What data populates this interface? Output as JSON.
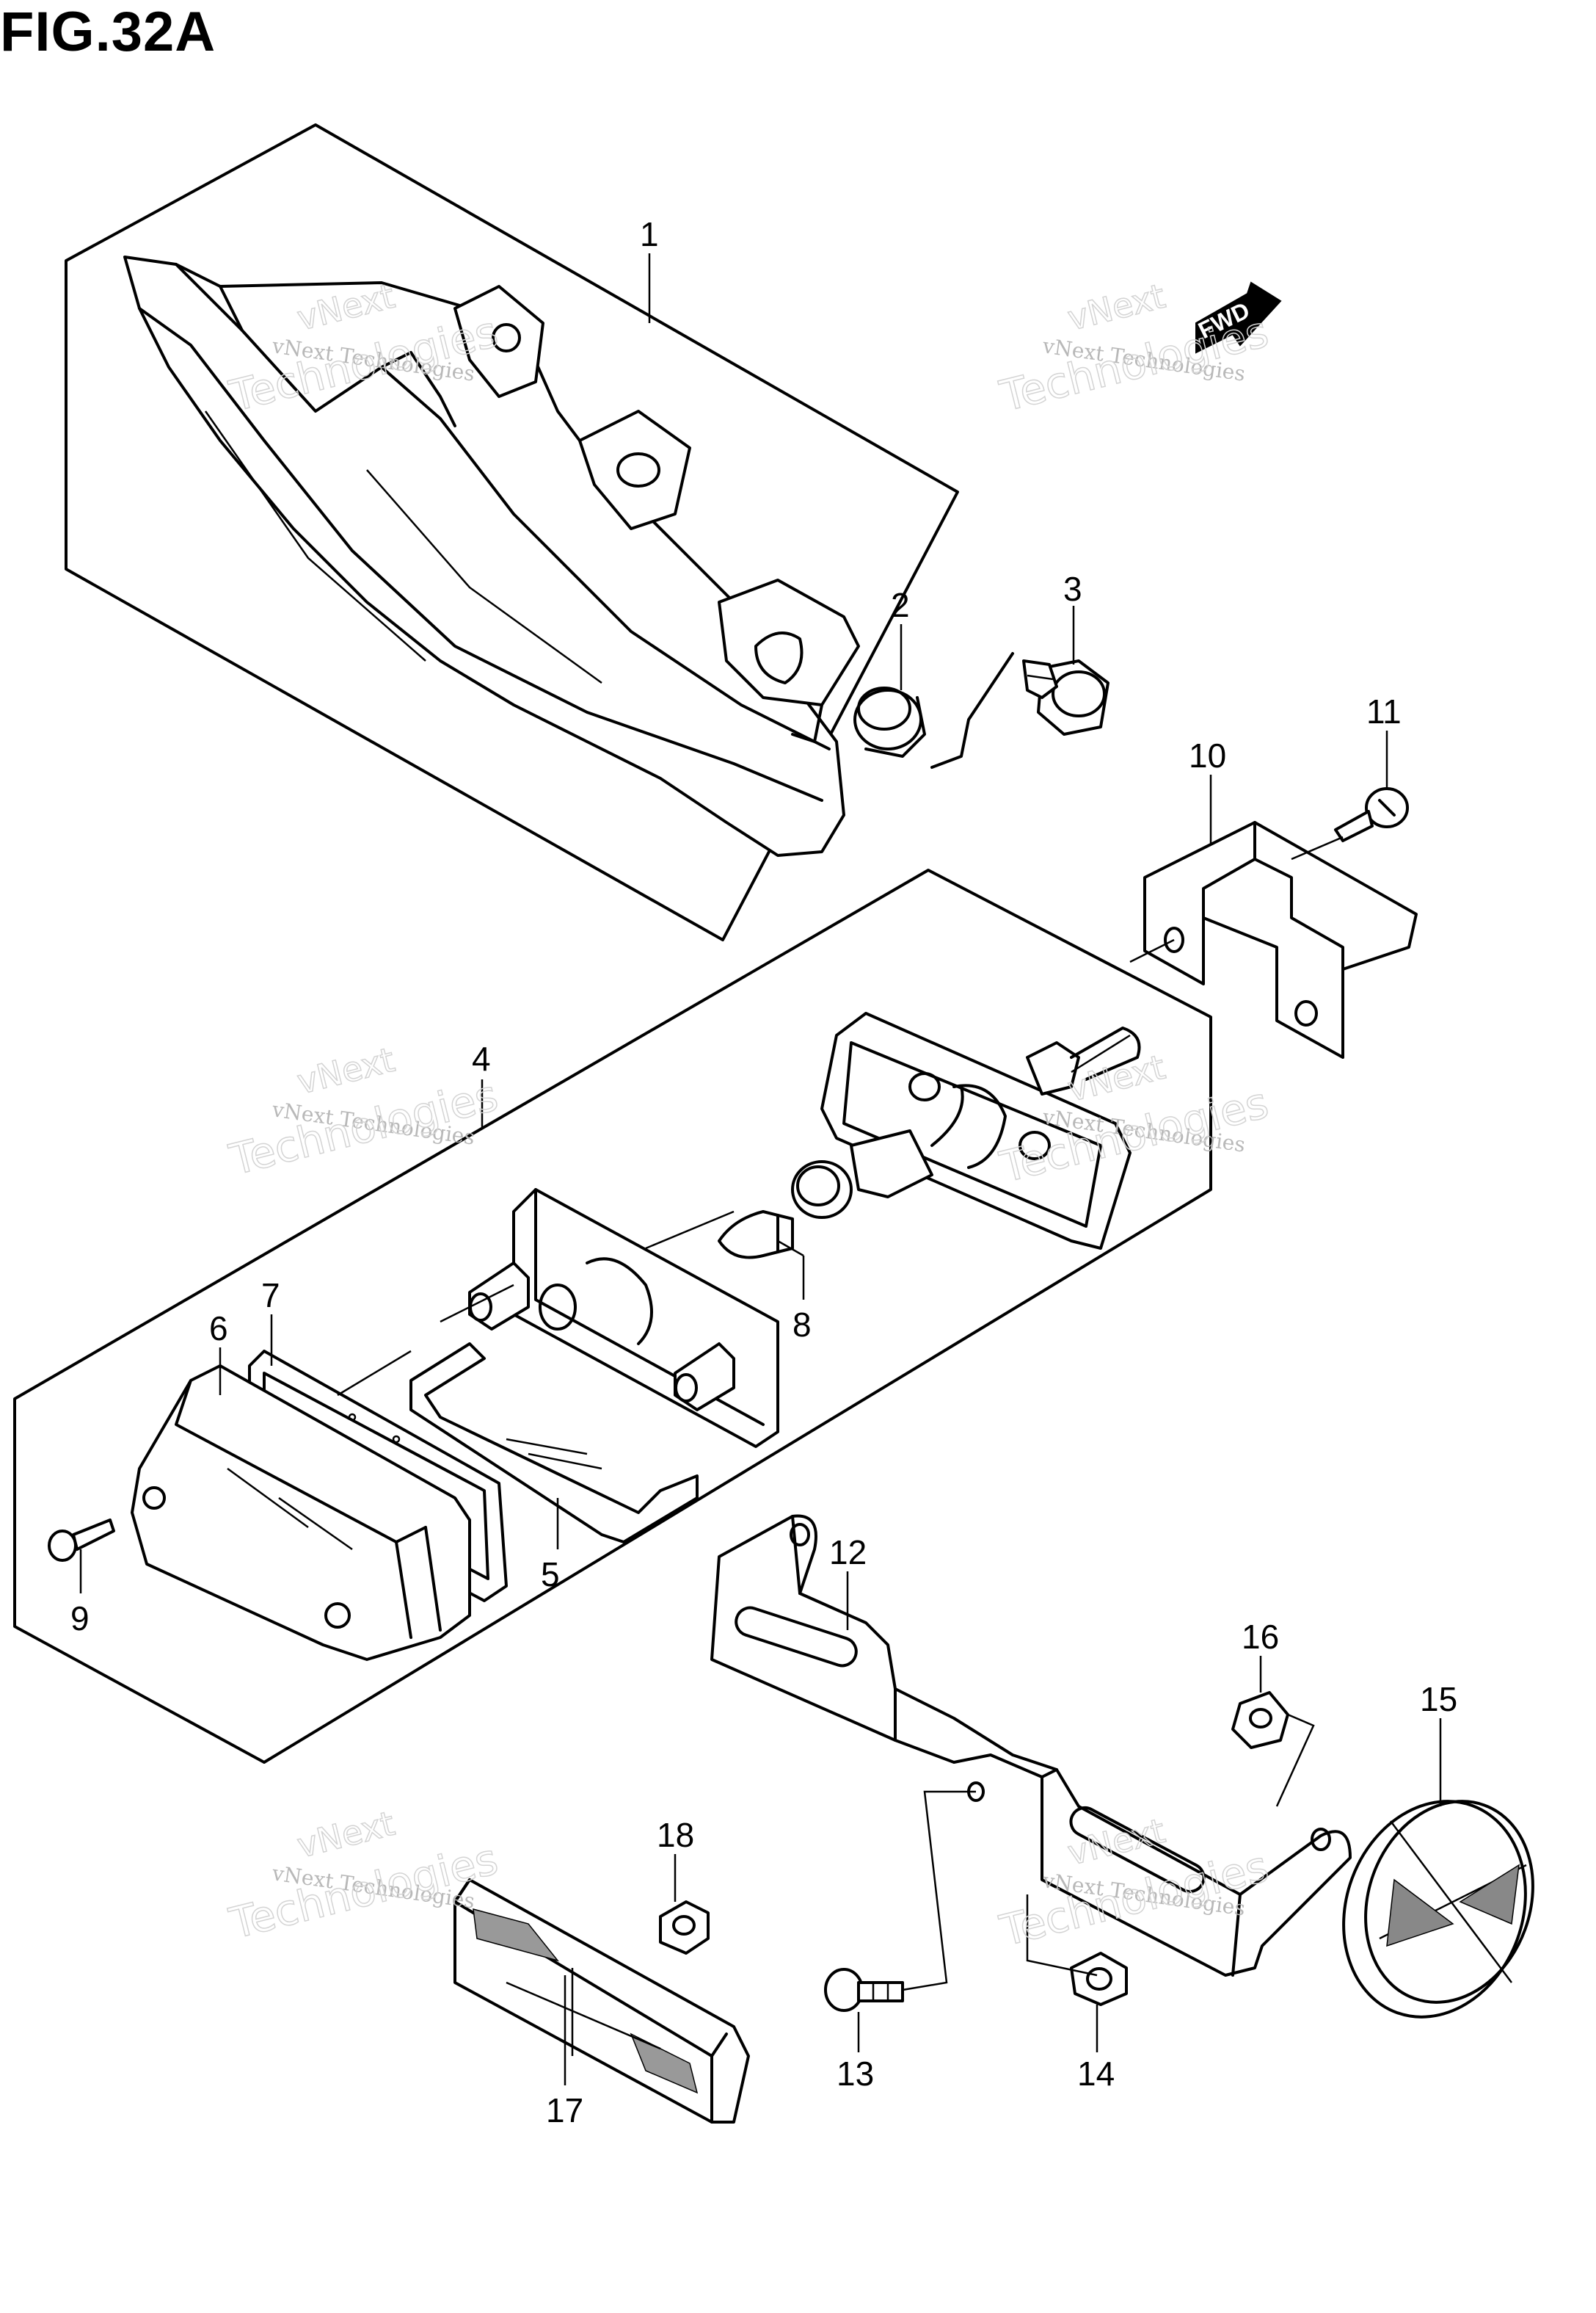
{
  "figure": {
    "title": "FIG.32A"
  },
  "direction_tag": "FWD",
  "watermark": {
    "line1": "vNext Technologies",
    "line2": "Technologies",
    "line0": "vNext"
  },
  "callouts": [
    "1",
    "2",
    "3",
    "4",
    "5",
    "6",
    "7",
    "8",
    "9",
    "10",
    "11",
    "12",
    "13",
    "14",
    "15",
    "16",
    "17",
    "18"
  ],
  "colors": {
    "line": "#000000",
    "background": "#ffffff",
    "watermark": "#c8c8c8"
  }
}
